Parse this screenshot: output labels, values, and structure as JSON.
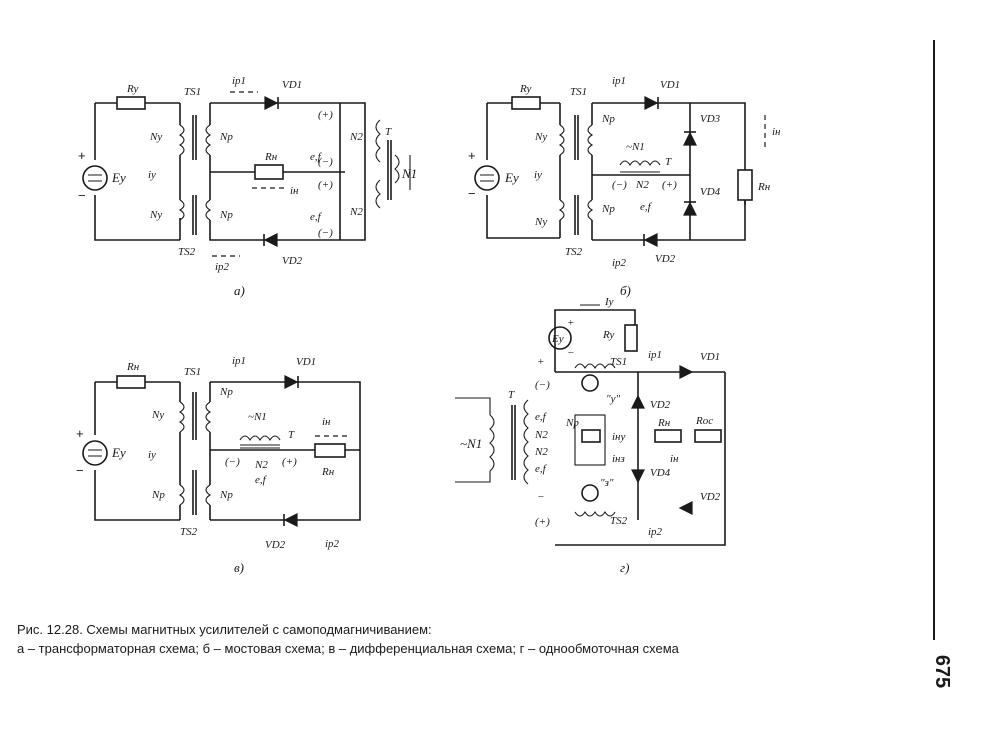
{
  "figure": {
    "panel_labels": [
      "а)",
      "б)",
      "в)",
      "г)"
    ],
    "labels": {
      "Ry": "Ry",
      "Rn": "Rн",
      "Ey": "Ey",
      "TS1": "TS1",
      "TS2": "TS2",
      "Ny": "Ny",
      "Np": "Np",
      "VD1": "VD1",
      "VD2": "VD2",
      "VD3": "VD3",
      "VD4": "VD4",
      "ip1": "ip1",
      "ip2": "ip2",
      "iy": "iy",
      "in": "iн",
      "Iy": "Iy",
      "N1": "N1",
      "N2": "N2",
      "ef": "e,f",
      "T": "T",
      "Roc": "Roc",
      "plus": "+",
      "minus": "−",
      "plus_par": "(+)",
      "minus_par": "(−)",
      "tilde_N1": "~N1",
      "iny": "iну",
      "inz": "iнз",
      "y": "\"у\"",
      "z": "\"з\"",
      "Nr": "Nр"
    }
  },
  "caption": {
    "line1": "Рис. 12.28. Схемы магнитных усилителей с самоподмагничиванием:",
    "line2": "а – трансформаторная схема; б – мостовая схема; в – дифференциальная схема; г – однообмоточная схема"
  },
  "page_number": "675"
}
